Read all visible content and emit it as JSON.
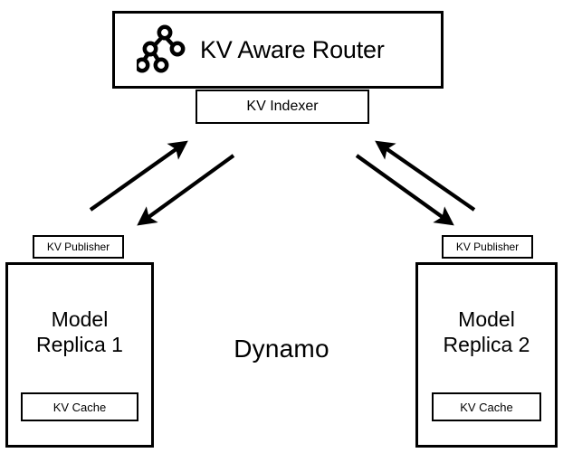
{
  "diagram": {
    "title_text": "Dynamo",
    "router": {
      "label": "KV Aware Router",
      "icon": "binary-tree-icon"
    },
    "indexer": {
      "label": "KV Indexer"
    },
    "replicas": [
      {
        "title": "Model\nReplica 1",
        "publisher_label": "KV Publisher",
        "cache_label": "KV Cache"
      },
      {
        "title": "Model\nReplica 2",
        "publisher_label": "KV Publisher",
        "cache_label": "KV Cache"
      }
    ],
    "connectors": [
      {
        "name": "replica-1-publisher-to-indexer",
        "direction": "up-right"
      },
      {
        "name": "indexer-to-replica-1-publisher",
        "direction": "down-left"
      },
      {
        "name": "replica-2-publisher-to-indexer",
        "direction": "up-left"
      },
      {
        "name": "indexer-to-replica-2-publisher",
        "direction": "down-right"
      }
    ],
    "colors": {
      "stroke": "#000000",
      "background": "#ffffff",
      "text": "#000000"
    }
  }
}
